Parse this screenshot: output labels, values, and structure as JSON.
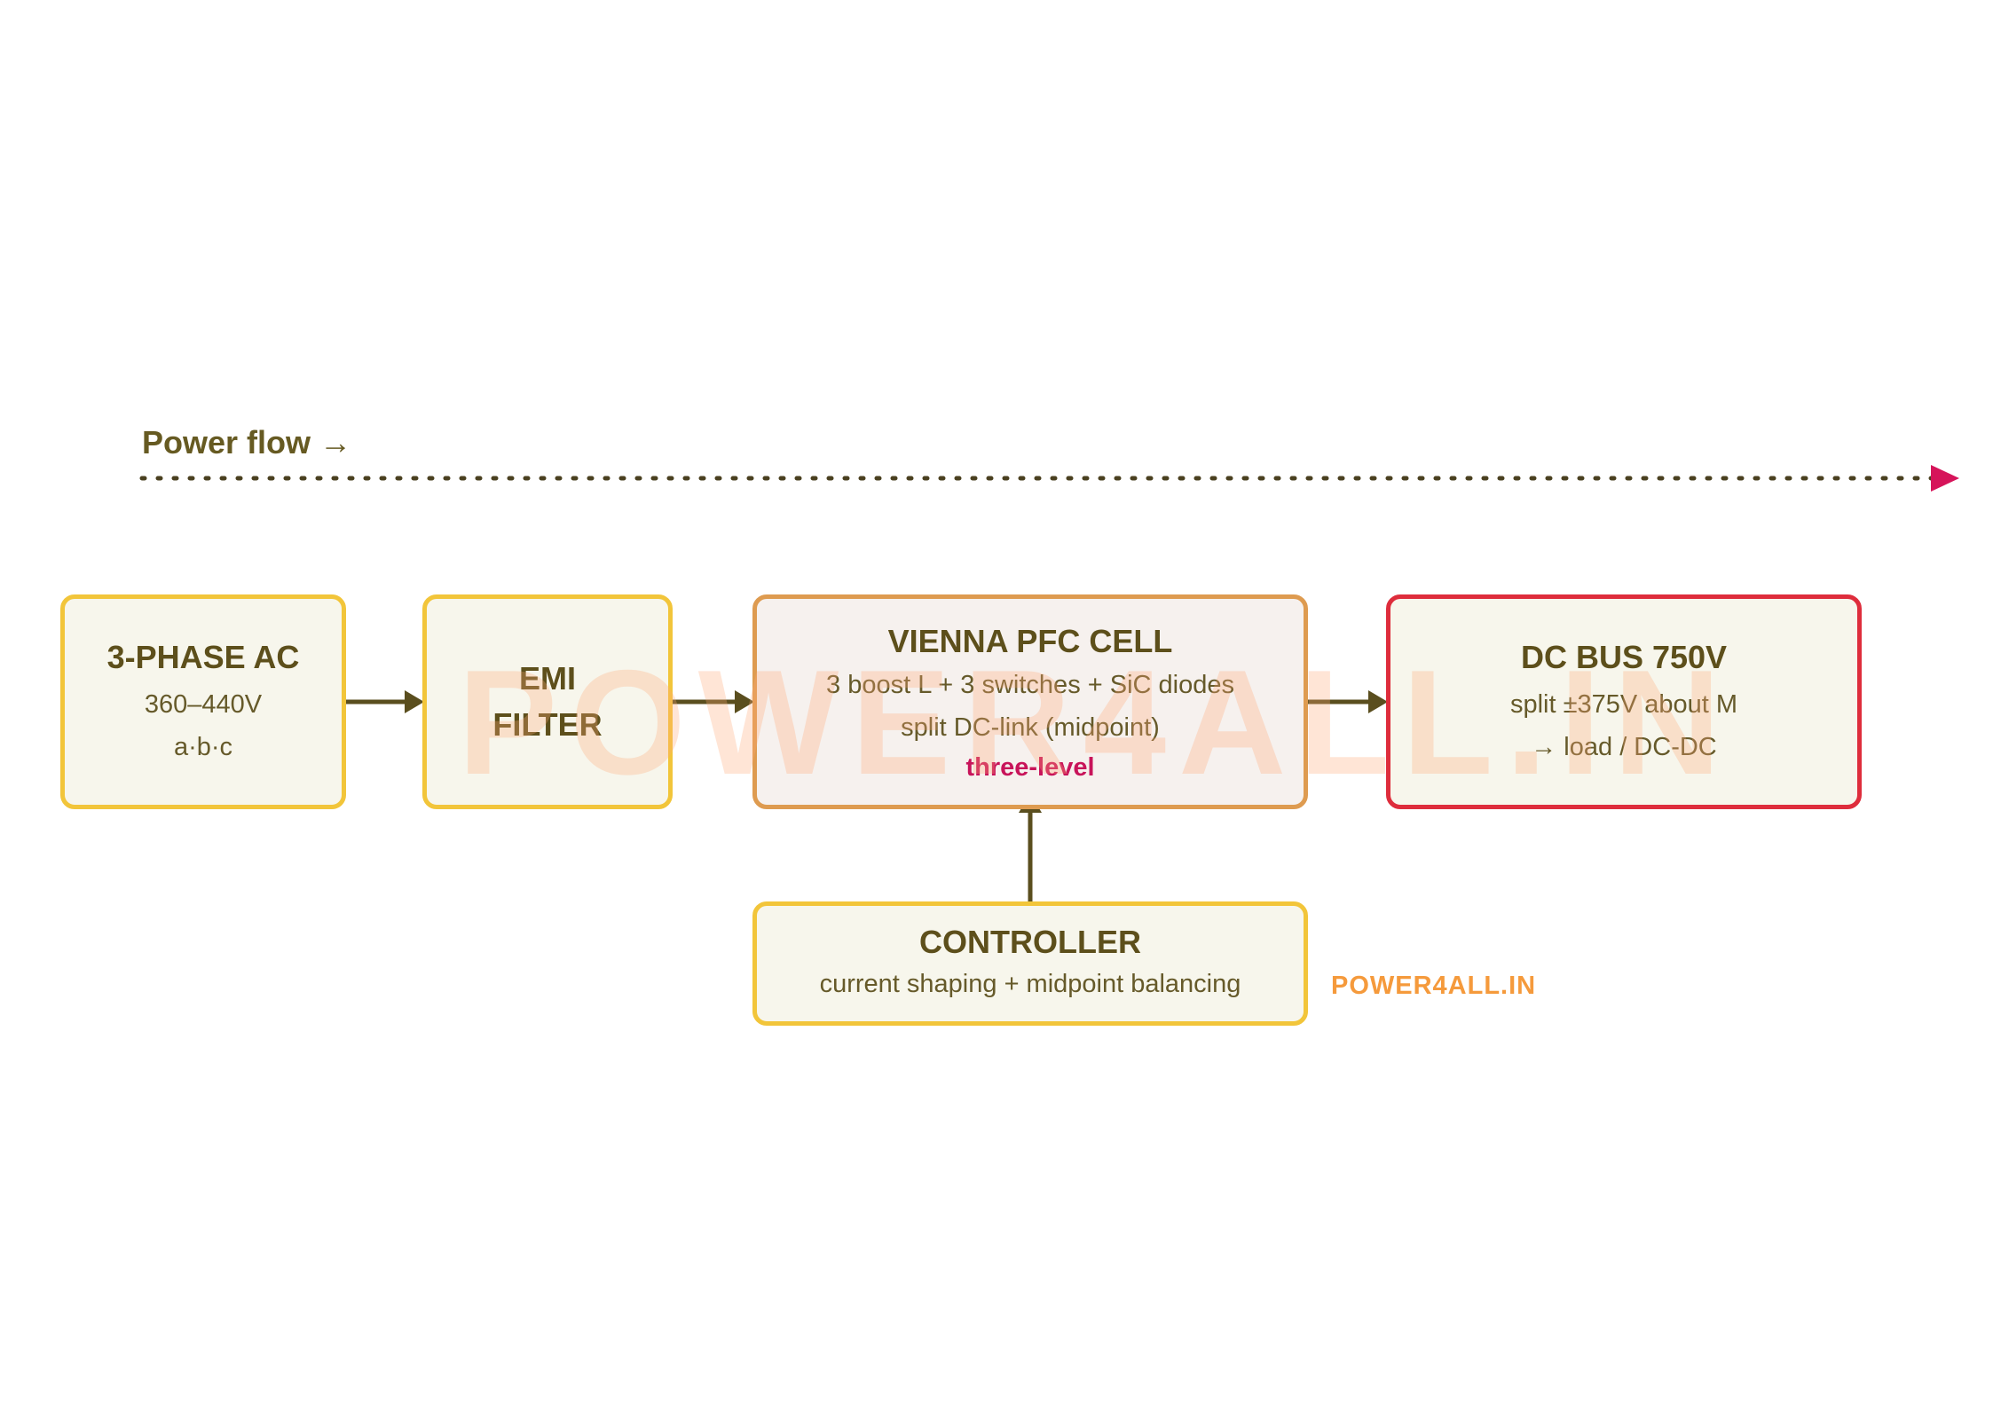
{
  "power_flow": {
    "label": "Power flow →"
  },
  "blocks": {
    "ac": {
      "title": "3-PHASE AC",
      "lines": [
        "360–440V",
        "a·b·c"
      ]
    },
    "emi": {
      "title_line1": "EMI",
      "title_line2": "FILTER"
    },
    "vienna": {
      "title": "VIENNA PFC CELL",
      "lines": [
        "3 boost L + 3 switches + SiC diodes",
        "split DC-link (midpoint)"
      ],
      "tag": "three-level"
    },
    "dc": {
      "title": "DC BUS 750V",
      "lines": [
        "split ±375V about M",
        "→ load / DC-DC"
      ]
    },
    "controller": {
      "title": "CONTROLLER",
      "lines": [
        "current shaping + midpoint balancing"
      ]
    }
  },
  "watermark": {
    "text": "POWER4ALL.IN"
  },
  "brand": {
    "text": "POWER4ALL.IN"
  },
  "colors": {
    "arrow": "#5a4e1e",
    "flow_arrow_head": "#d6145a",
    "yellow_border": "#f2c53a",
    "orange_border": "#de9b50",
    "red_border": "#de2d3c",
    "box_fill": "#f7f6ec",
    "accent_text": "#c8145a",
    "brand": "#f59a3c"
  }
}
